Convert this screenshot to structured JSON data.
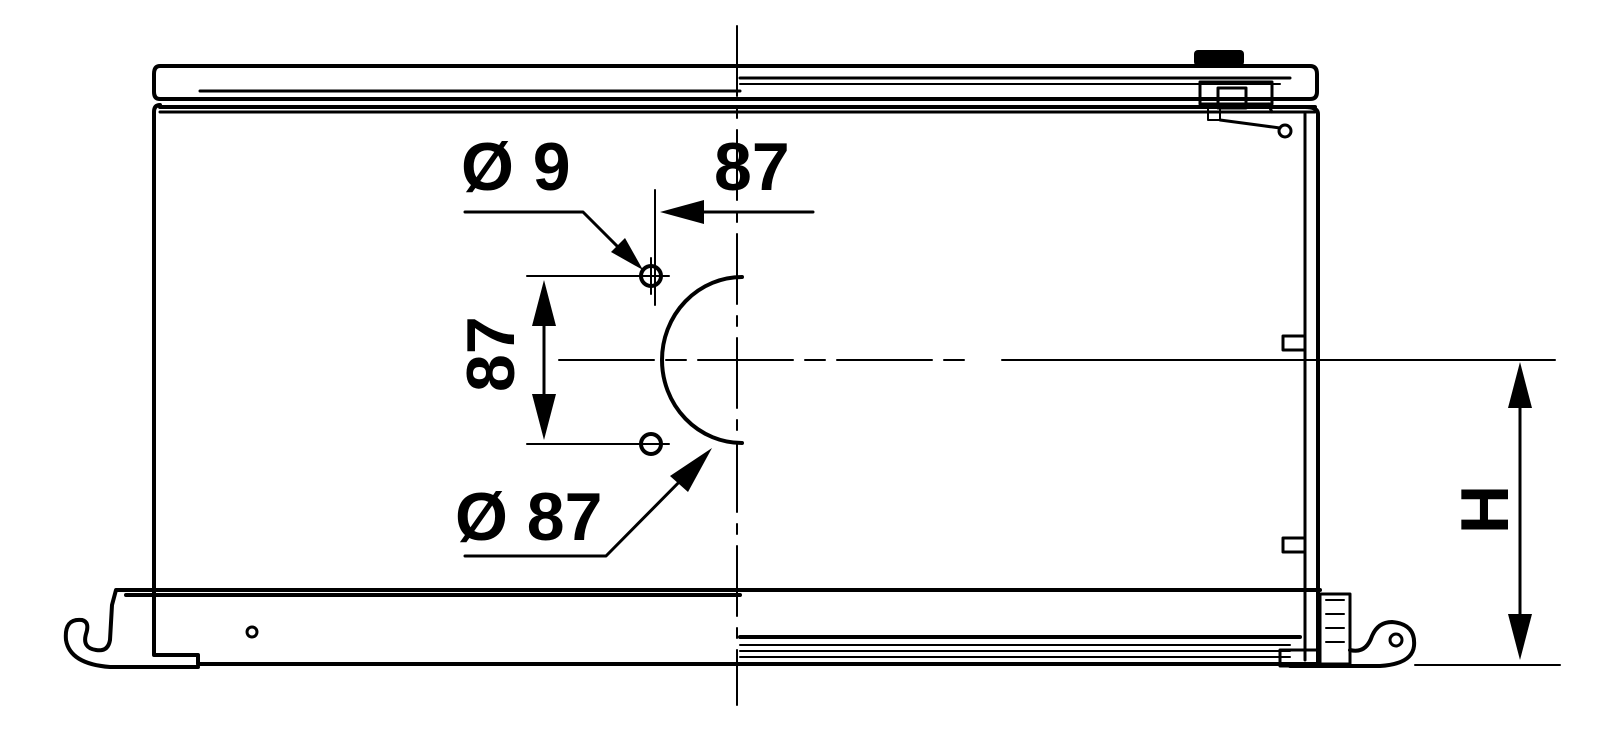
{
  "drawing": {
    "dimensions": {
      "hole_diameter_small": "Ø 9",
      "horizontal_offset": "87",
      "vertical_spacing": "87",
      "cutout_diameter": "Ø 87",
      "height_label": "H"
    },
    "colors": {
      "line": "#000000",
      "background": "#ffffff"
    }
  }
}
